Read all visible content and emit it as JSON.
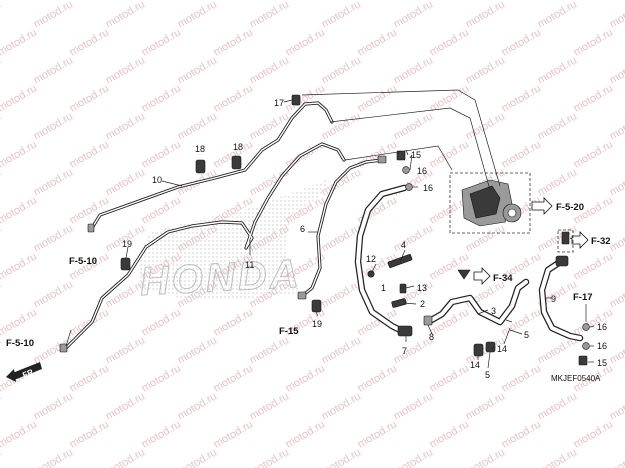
{
  "watermark": {
    "text": "motod.ru"
  },
  "brand": {
    "text": "HONDA"
  },
  "part_numbers": {
    "p1": "1",
    "p2": "2",
    "p3": "3",
    "p4": "4",
    "p5a": "5",
    "p5b": "5",
    "p6": "6",
    "p7": "7",
    "p8": "8",
    "p9": "9",
    "p10": "10",
    "p11": "11",
    "p12": "12",
    "p13": "13",
    "p14a": "14",
    "p14b": "14",
    "p15a": "15",
    "p15b": "15",
    "p16a": "16",
    "p16b": "16",
    "p16c": "16",
    "p16d": "16",
    "p17": "17",
    "p18a": "18",
    "p18b": "18",
    "p19a": "19",
    "p19b": "19"
  },
  "references": {
    "f510_top": "F-5-10",
    "f510_bottom": "F-5-10",
    "f15": "F-15",
    "f520": "F-5-20",
    "f32": "F-32",
    "f34": "F-34",
    "f17": "F-17"
  },
  "direction": {
    "label": "FR."
  },
  "diagram_code": "MKJEF0540A"
}
